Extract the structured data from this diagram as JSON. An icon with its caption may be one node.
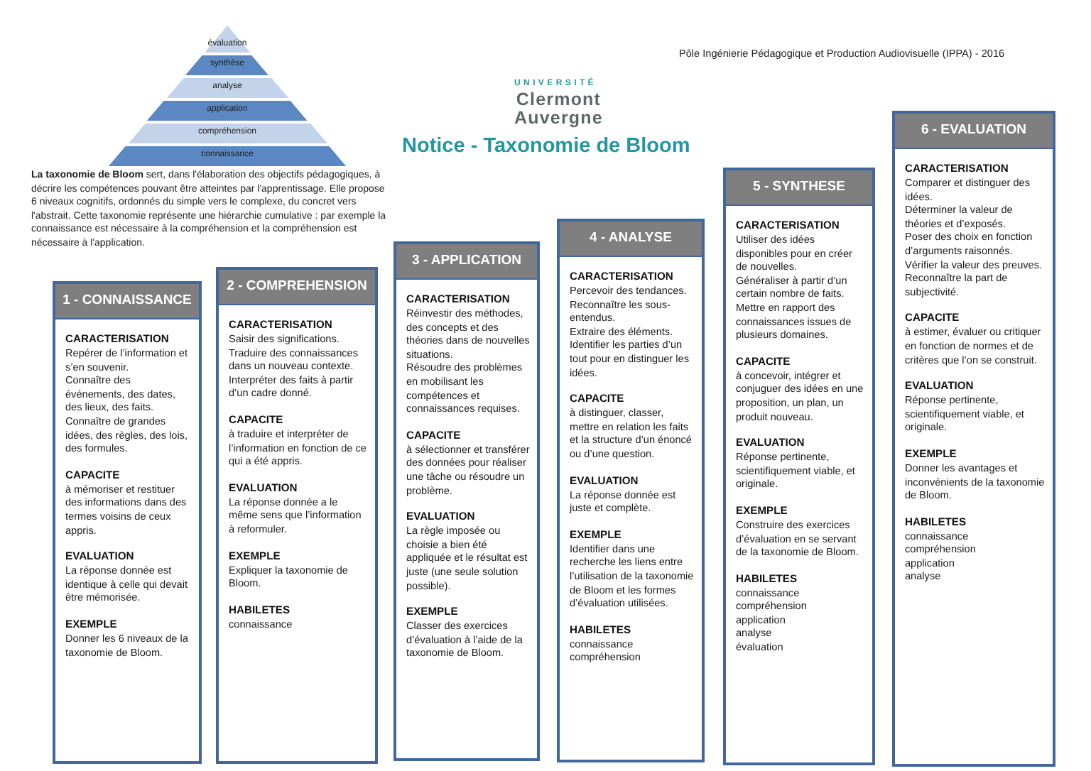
{
  "diagram": {
    "title": "Notice - Taxonomie de Bloom",
    "nodes": [
      {
        "text": [
          "évaluation"
        ]
      },
      {
        "text": [
          "synthèse"
        ]
      },
      {
        "text": [
          "analyse"
        ]
      },
      {
        "text": [
          "application"
        ]
      },
      {
        "text": [
          "compréhension"
        ]
      },
      {
        "text": [
          "connaissance"
        ]
      },
      {
        "text": [
          "1 - CONNAISSANCE",
          "CARACTERISATION",
          "Repérer de l’information et s’en souvenir.",
          "Connaître des événements, des dates, des lieux, des faits.",
          "Connaître de grandes idées, des règles, des lois, des formules.",
          "CAPACITE",
          "à mémoriser et restituer des informations dans des termes voisins de ceux appris.",
          "EVALUATION",
          "La réponse donnée est identique à celle qui devait être mémorisée.",
          "EXEMPLE",
          "Donner les 6 niveaux de la taxonomie de Bloom."
        ]
      },
      {
        "text": [
          "2 - COMPREHENSION",
          "CARACTERISATION",
          "Saisir des significations.",
          "Traduire des connaissances dans un nouveau contexte.",
          "Interpréter des faits à partir d’un cadre donné.",
          "CAPACITE",
          "à traduire et interpréter de l’information en fonction de ce qui a été appris.",
          "EVALUATION",
          "La réponse donnée a le même sens que l’information à reformuler.",
          "EXEMPLE",
          "Expliquer la taxonomie de Bloom.",
          "HABILETES",
          "connaissance"
        ]
      },
      {
        "text": [
          "3 - APPLICATION",
          "CARACTERISATION",
          "Réinvestir des méthodes, des concepts et des théories dans de nouvelles situations.",
          "Résoudre des problèmes en mobilisant les compétences et connaissances requises.",
          "CAPACITE",
          "à sélectionner et transférer des données pour réaliser une tâche ou résoudre un problème.",
          "EVALUATION",
          "La règle imposée ou choisie a bien été appliquée et le résultat est juste (une seule solution possible).",
          "EXEMPLE",
          "Classer des exercices d’évaluation à l’aide de la taxonomie de Bloom."
        ]
      },
      {
        "text": [
          "4 - ANALYSE",
          "CARACTERISATION",
          "Percevoir des tendances.",
          "Reconnaître les sous-entendus.",
          "Extraire des éléments.",
          "Identifier les parties d’un tout pour en distinguer les idées.",
          "CAPACITE",
          "à distinguer, classer, mettre en relation les faits et la structure d’un énoncé ou d’une question.",
          "EVALUATION",
          "La réponse donnée est juste et complète.",
          "EXEMPLE",
          "Identifier dans une recherche les liens entre l’utilisation de la taxonomie de Bloom et les formes d’évaluation utilisées.",
          "HABILETES",
          "connaissance",
          "compréhension"
        ]
      },
      {
        "text": [
          "5 - SYNTHESE",
          "CARACTERISATION",
          "Utiliser des idées disponibles pour en créer de nouvelles.",
          "Généraliser à partir d’un certain nombre de faits. Mettre en rapport des connaissances issues de plusieurs domaines.",
          "CAPACITE",
          "à concevoir, intégrer et conjuguer des idées en une proposition, un plan, un produit nouveau.",
          "EVALUATION",
          "Réponse pertinente, scientifiquement viable, et originale.",
          "EXEMPLE",
          "Construire des exercices d’évaluation en se servant de la taxonomie de Bloom.",
          "HABILETES",
          "connaissance",
          "compréhension",
          "application",
          "analyse",
          "évaluation"
        ]
      },
      {
        "text": [
          "6 - EVALUATION",
          "CARACTERISATION",
          "Comparer et distinguer des idées.",
          "Déterminer la valeur de théories et d’exposés.",
          "Poser des choix en fonction d’arguments raisonnés.",
          "Vérifier la valeur des preuves.",
          "Reconnaître la part de subjectivité.",
          "CAPACITE",
          "à estimer, évaluer ou critiquer en fonction de normes et de critères que l’on se construit.",
          "EVALUATION",
          "Réponse pertinente, scientifiquement viable, et originale.",
          "EXEMPLE",
          "Donner les avantages et inconvénients de la taxonomie de Bloom.",
          "HABILETES",
          "connaissance",
          "compréhension",
          "application",
          "analyse"
        ]
      }
    ],
    "labels": [
      "UNIVERSITÉ",
      "Clermont Auvergne",
      "Pôle Ingénierie Pédagogique et Production Audiovisuelle (IPPA) - 2016",
      "**La taxonomie de Bloom** sert, dans l'élaboration des objectifs pédagogiques, à décrire les compétences pouvant être atteintes par l'apprentissage. Elle propose 6 niveaux cognitifs, ordonnés du simple vers le complexe, du concret vers l'abstrait. Cette taxonomie représente une hiérarchie cumulative : par exemple la connaissance est nécessaire à la compréhension et la compréhension est nécessaire à l'application."
    ]
  }
}
